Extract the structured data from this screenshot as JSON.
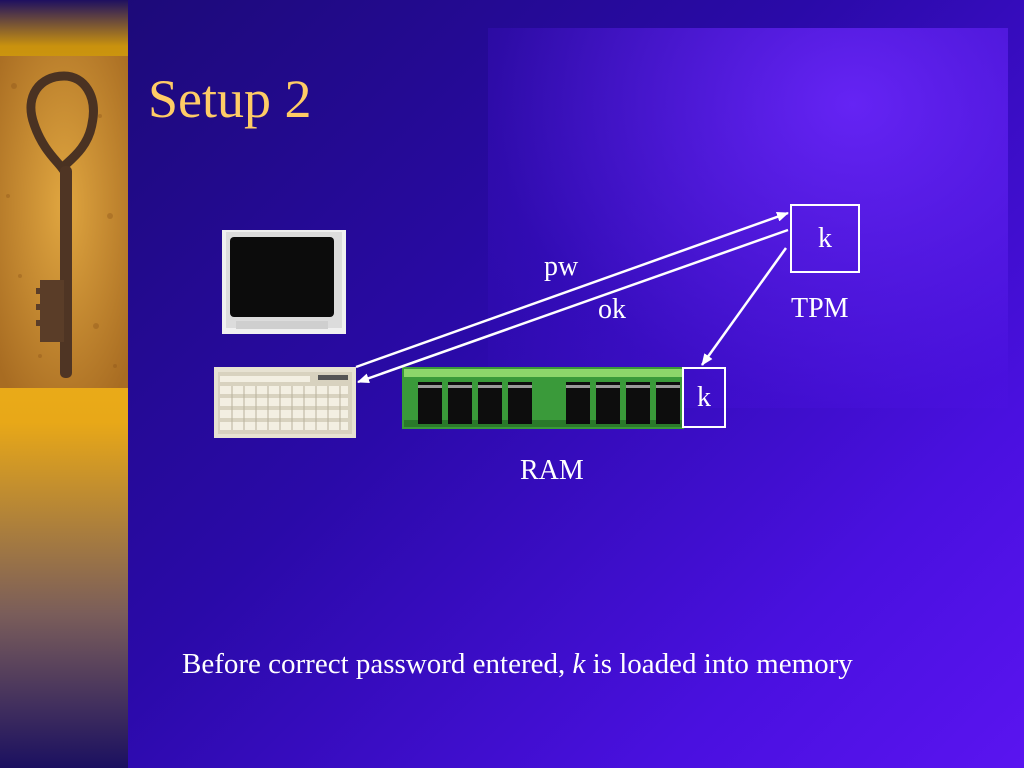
{
  "slide": {
    "title": "Setup 2",
    "caption_pre": "Before correct password entered,",
    "caption_var": "k",
    "caption_post": "is loaded into memory"
  },
  "diagram": {
    "tpm_key": "k",
    "tpm_label": "TPM",
    "ram_key": "k",
    "ram_label": "RAM",
    "arrow_pw": "pw",
    "arrow_ok": "ok"
  },
  "colors": {
    "title": "#ffcc66",
    "background": "#2a0aa8",
    "text": "#ffffff"
  }
}
